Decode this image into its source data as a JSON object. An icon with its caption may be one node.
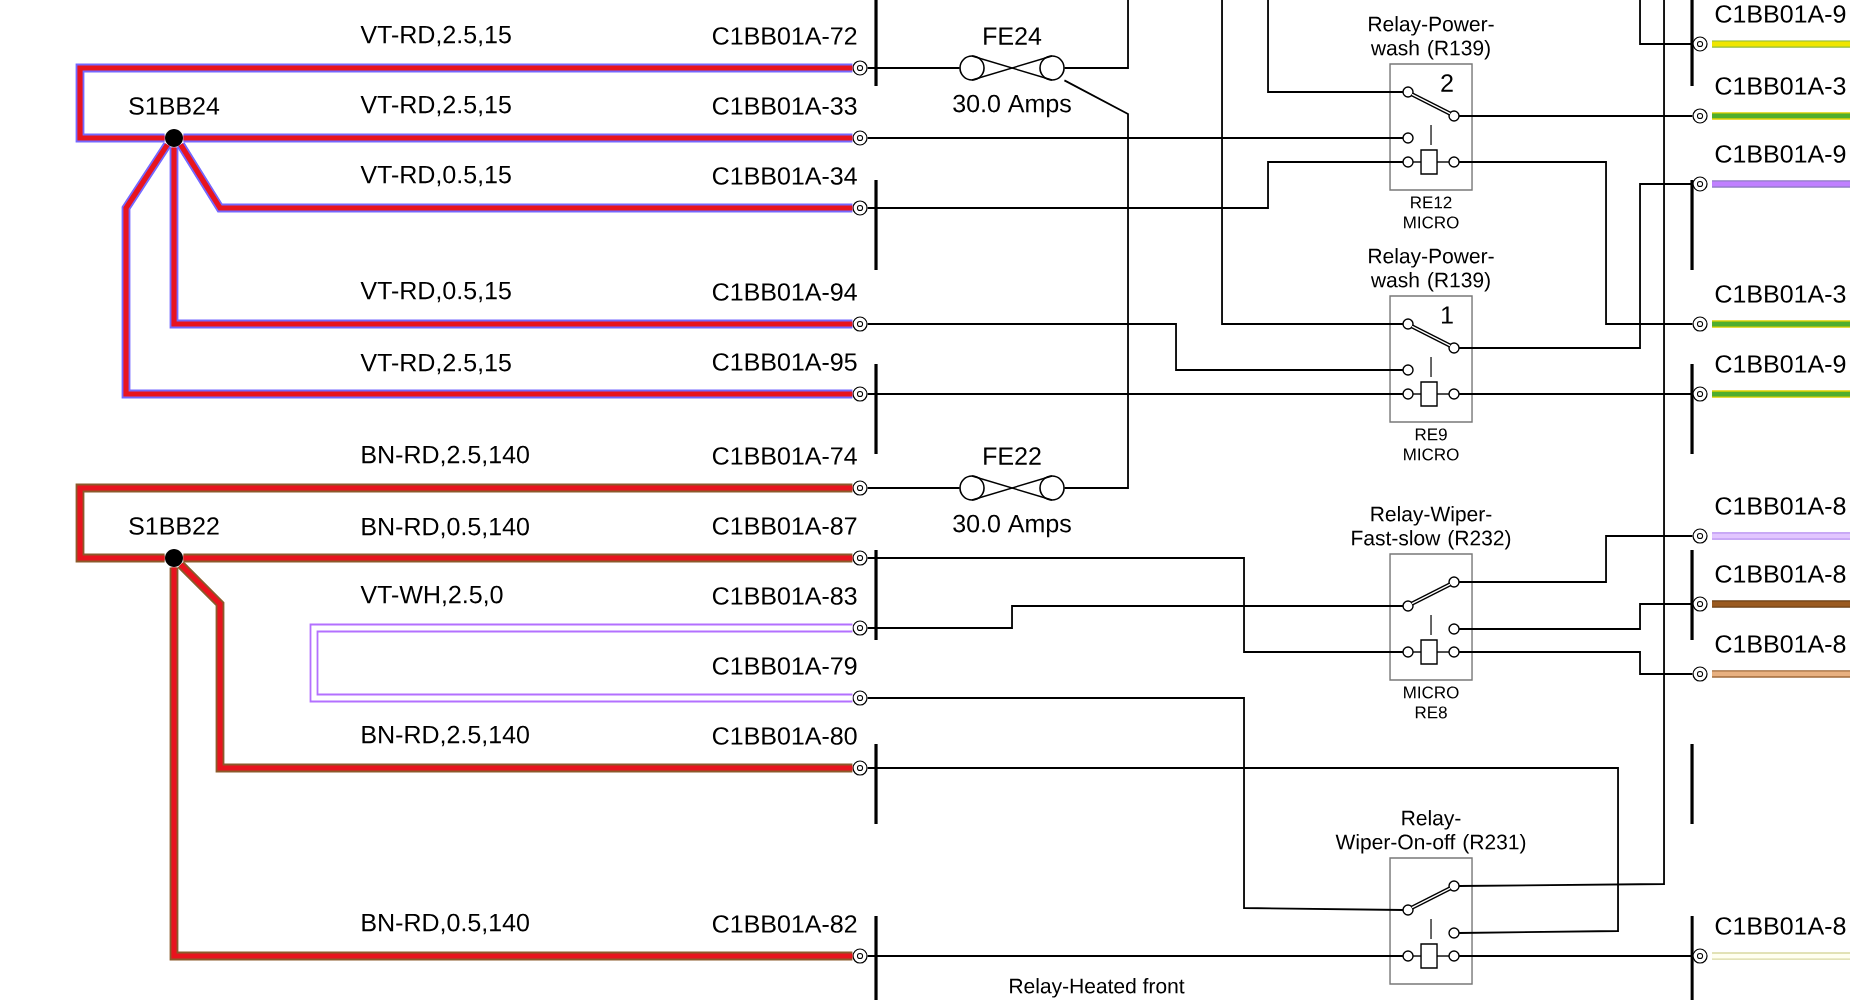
{
  "diagram": {
    "nodes": [
      {
        "text": [],
        "shape": "circle",
        "beside": [
          "S1BB24"
        ]
      },
      {
        "text": [],
        "shape": "circle",
        "beside": [
          "S1BB22"
        ]
      },
      {
        "text": [],
        "shape": "circle",
        "beside": [
          "C1BB01A-72"
        ]
      },
      {
        "text": [],
        "shape": "circle",
        "beside": [
          "C1BB01A-33"
        ]
      },
      {
        "text": [],
        "shape": "circle",
        "beside": [
          "C1BB01A-34"
        ]
      },
      {
        "text": [],
        "shape": "circle",
        "beside": [
          "C1BB01A-94"
        ]
      },
      {
        "text": [],
        "shape": "circle",
        "beside": [
          "C1BB01A-95"
        ]
      },
      {
        "text": [],
        "shape": "circle",
        "beside": [
          "C1BB01A-74"
        ]
      },
      {
        "text": [],
        "shape": "circle",
        "beside": [
          "C1BB01A-87"
        ]
      },
      {
        "text": [],
        "shape": "circle",
        "beside": [
          "C1BB01A-83"
        ]
      },
      {
        "text": [],
        "shape": "circle",
        "beside": [
          "C1BB01A-79"
        ]
      },
      {
        "text": [],
        "shape": "circle",
        "beside": [
          "C1BB01A-80"
        ]
      },
      {
        "text": [],
        "shape": "circle",
        "beside": [
          "C1BB01A-82"
        ]
      },
      {
        "text": [
          "FE24"
        ],
        "beside": [
          "30.0 Amps"
        ]
      },
      {
        "text": [
          "FE22"
        ],
        "beside": [
          "30.0 Amps"
        ]
      },
      {
        "text": [
          "Relay-Power-wash (R139)",
          "2"
        ],
        "beside": [
          "RE12 MICRO"
        ]
      },
      {
        "text": [
          "Relay-Power-wash (R139)",
          "1"
        ],
        "beside": [
          "RE9 MICRO"
        ]
      },
      {
        "text": [
          "Relay-Wiper-Fast-slow (R232)"
        ],
        "beside": [
          "MICRO RE8"
        ]
      },
      {
        "text": [
          "Relay-Wiper-On-off (R231)"
        ]
      },
      {
        "text": [],
        "shape": "circle",
        "beside": [
          "C1BB01A-9"
        ]
      },
      {
        "text": [],
        "shape": "circle",
        "beside": [
          "C1BB01A-3"
        ]
      },
      {
        "text": [],
        "shape": "circle",
        "beside": [
          "C1BB01A-9"
        ]
      },
      {
        "text": [],
        "shape": "circle",
        "beside": [
          "C1BB01A-3"
        ]
      },
      {
        "text": [],
        "shape": "circle",
        "beside": [
          "C1BB01A-9"
        ]
      },
      {
        "text": [],
        "shape": "circle",
        "beside": [
          "C1BB01A-8"
        ]
      },
      {
        "text": [],
        "shape": "circle",
        "beside": [
          "C1BB01A-8"
        ]
      },
      {
        "text": [],
        "shape": "circle",
        "beside": [
          "C1BB01A-8"
        ]
      },
      {
        "text": [],
        "shape": "circle",
        "beside": [
          "C1BB01A-8"
        ]
      }
    ],
    "edges": [
      {
        "from": 0,
        "to": 2,
        "arrow": "none",
        "label": "VT-RD,2.5,15",
        "style": "thick",
        "color": "#7468ff"
      },
      {
        "from": 0,
        "to": 3,
        "arrow": "none",
        "label": "VT-RD,2.5,15",
        "style": "thick",
        "color": "#7468ff"
      },
      {
        "from": 0,
        "to": 4,
        "arrow": "none",
        "label": "VT-RD,0.5,15",
        "style": "thick",
        "color": "#7468ff"
      },
      {
        "from": 0,
        "to": 5,
        "arrow": "none",
        "label": "VT-RD,0.5,15",
        "style": "thick",
        "color": "#7468ff"
      },
      {
        "from": 0,
        "to": 6,
        "arrow": "none",
        "label": "VT-RD,2.5,15",
        "style": "thick",
        "color": "#7468ff"
      },
      {
        "from": 1,
        "to": 7,
        "arrow": "none",
        "label": "BN-RD,2.5,140",
        "style": "thick",
        "color": "#8b5a2b"
      },
      {
        "from": 1,
        "to": 8,
        "arrow": "none",
        "label": "BN-RD,0.5,140",
        "style": "thick",
        "color": "#8b5a2b"
      },
      {
        "from": 9,
        "to": 10,
        "arrow": "none",
        "label": "VT-WH,2.5,0",
        "style": "thick",
        "color": "#b370ff"
      },
      {
        "from": 1,
        "to": 11,
        "arrow": "none",
        "label": "BN-RD,2.5,140",
        "style": "thick",
        "color": "#8b5a2b"
      },
      {
        "from": 1,
        "to": 12,
        "arrow": "none",
        "label": "BN-RD,0.5,140",
        "style": "thick",
        "color": "#8b5a2b"
      },
      {
        "from": 2,
        "to": 13,
        "arrow": "none"
      },
      {
        "from": 13,
        "to": null,
        "arrow": "none"
      },
      {
        "from": 13,
        "to": 14,
        "arrow": "none"
      },
      {
        "from": 7,
        "to": 14,
        "arrow": "none"
      },
      {
        "from": null,
        "to": 15,
        "arrow": "none"
      },
      {
        "from": 15,
        "to": 20,
        "arrow": "none"
      },
      {
        "from": 3,
        "to": 15,
        "arrow": "none"
      },
      {
        "from": 4,
        "to": 15,
        "arrow": "none"
      },
      {
        "from": 15,
        "to": 22,
        "arrow": "none"
      },
      {
        "from": null,
        "to": 16,
        "arrow": "none"
      },
      {
        "from": 16,
        "to": 21,
        "arrow": "none"
      },
      {
        "from": 5,
        "to": 16,
        "arrow": "none"
      },
      {
        "from": 6,
        "to": 16,
        "arrow": "none"
      },
      {
        "from": 16,
        "to": 23,
        "arrow": "none"
      },
      {
        "from": 8,
        "to": 17,
        "arrow": "none"
      },
      {
        "from": 9,
        "to": 17,
        "arrow": "none"
      },
      {
        "from": 17,
        "to": 24,
        "arrow": "none"
      },
      {
        "from": 17,
        "to": 25,
        "arrow": "none"
      },
      {
        "from": 17,
        "to": 26,
        "arrow": "none"
      },
      {
        "from": 10,
        "to": 18,
        "arrow": "none"
      },
      {
        "from": 18,
        "to": null,
        "arrow": "none"
      },
      {
        "from": 11,
        "to": 18,
        "arrow": "none"
      },
      {
        "from": 12,
        "to": 18,
        "arrow": "none"
      },
      {
        "from": 18,
        "to": 27,
        "arrow": "none"
      },
      {
        "from": null,
        "to": 19,
        "arrow": "none"
      }
    ],
    "labels": [
      "Relay-Heated front"
    ]
  }
}
